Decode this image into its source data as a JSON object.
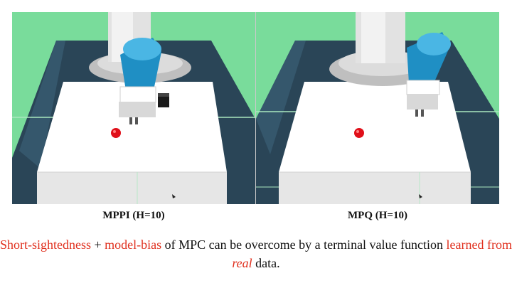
{
  "panels": [
    {
      "caption": "MPPI (H=10)"
    },
    {
      "caption": "MPQ (H=10)"
    }
  ],
  "summary": {
    "part1": "Short-sightedness",
    "part2": " + ",
    "part3": "model-bias",
    "part4": " of MPC can be overcome by a terminal value function ",
    "part5": "learned from ",
    "part6": "real",
    "part7": " data."
  },
  "colors": {
    "highlight": "#e0301e",
    "floor": "#79dc9b",
    "table_zone": "#2f4c5f",
    "table_top": "#ffffff",
    "robot_blue": "#1f8fc4",
    "goal": "#e0101a"
  }
}
